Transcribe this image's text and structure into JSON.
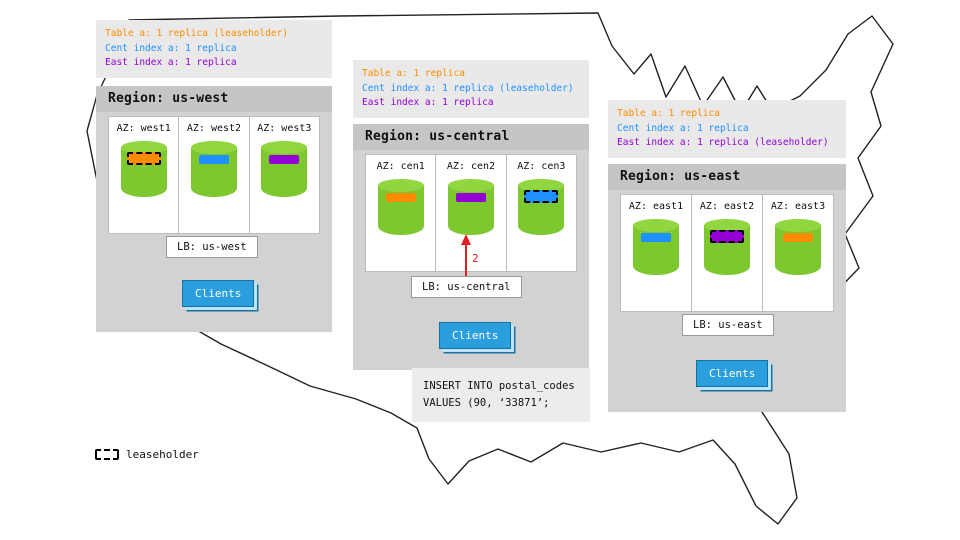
{
  "colors": {
    "table": "#ff8c00",
    "cent": "#1e90ff",
    "east": "#9400d3",
    "cylinder": "#7dc72f",
    "cylinder_top": "#8fd63f",
    "clients": "#2b9fdd",
    "arrow": "#e02020"
  },
  "regions": [
    {
      "name": "us-west",
      "header_lines": [
        {
          "text": "Table a: 1 replica (leaseholder)"
        },
        {
          "text": "Cent index a: 1 replica"
        },
        {
          "text": "East index a: 1 replica"
        }
      ],
      "title": "Region: us-west",
      "azs": [
        {
          "label": "AZ: west1",
          "replica_color": "#ff8c00",
          "leaseholder": true
        },
        {
          "label": "AZ: west2",
          "replica_color": "#1e90ff",
          "leaseholder": false
        },
        {
          "label": "AZ: west3",
          "replica_color": "#9400d3",
          "leaseholder": false
        }
      ],
      "lb_label": "LB: us-west",
      "clients_label": "Clients"
    },
    {
      "name": "us-central",
      "header_lines": [
        {
          "text": "Table a: 1 replica"
        },
        {
          "text": "Cent index a: 1 replica (leaseholder)"
        },
        {
          "text": "East index a: 1 replica"
        }
      ],
      "title": "Region: us-central",
      "azs": [
        {
          "label": "AZ: cen1",
          "replica_color": "#ff8c00",
          "leaseholder": false
        },
        {
          "label": "AZ: cen2",
          "replica_color": "#9400d3",
          "leaseholder": false
        },
        {
          "label": "AZ: cen3",
          "replica_color": "#1e90ff",
          "leaseholder": true
        }
      ],
      "lb_label": "LB: us-central",
      "clients_label": "Clients",
      "arrow_label": "2"
    },
    {
      "name": "us-east",
      "header_lines": [
        {
          "text": "Table a: 1 replica"
        },
        {
          "text": "Cent index a: 1 replica"
        },
        {
          "text": "East index a: 1 replica (leaseholder)"
        }
      ],
      "title": "Region: us-east",
      "azs": [
        {
          "label": "AZ: east1",
          "replica_color": "#1e90ff",
          "leaseholder": false
        },
        {
          "label": "AZ: east2",
          "replica_color": "#9400d3",
          "leaseholder": true
        },
        {
          "label": "AZ: east3",
          "replica_color": "#ff8c00",
          "leaseholder": false
        }
      ],
      "lb_label": "LB: us-east",
      "clients_label": "Clients"
    }
  ],
  "sql_note": {
    "line1": "INSERT INTO postal_codes",
    "line2": "VALUES (90, ‘33871’;"
  },
  "leaseholder_legend": {
    "label": "leaseholder"
  }
}
